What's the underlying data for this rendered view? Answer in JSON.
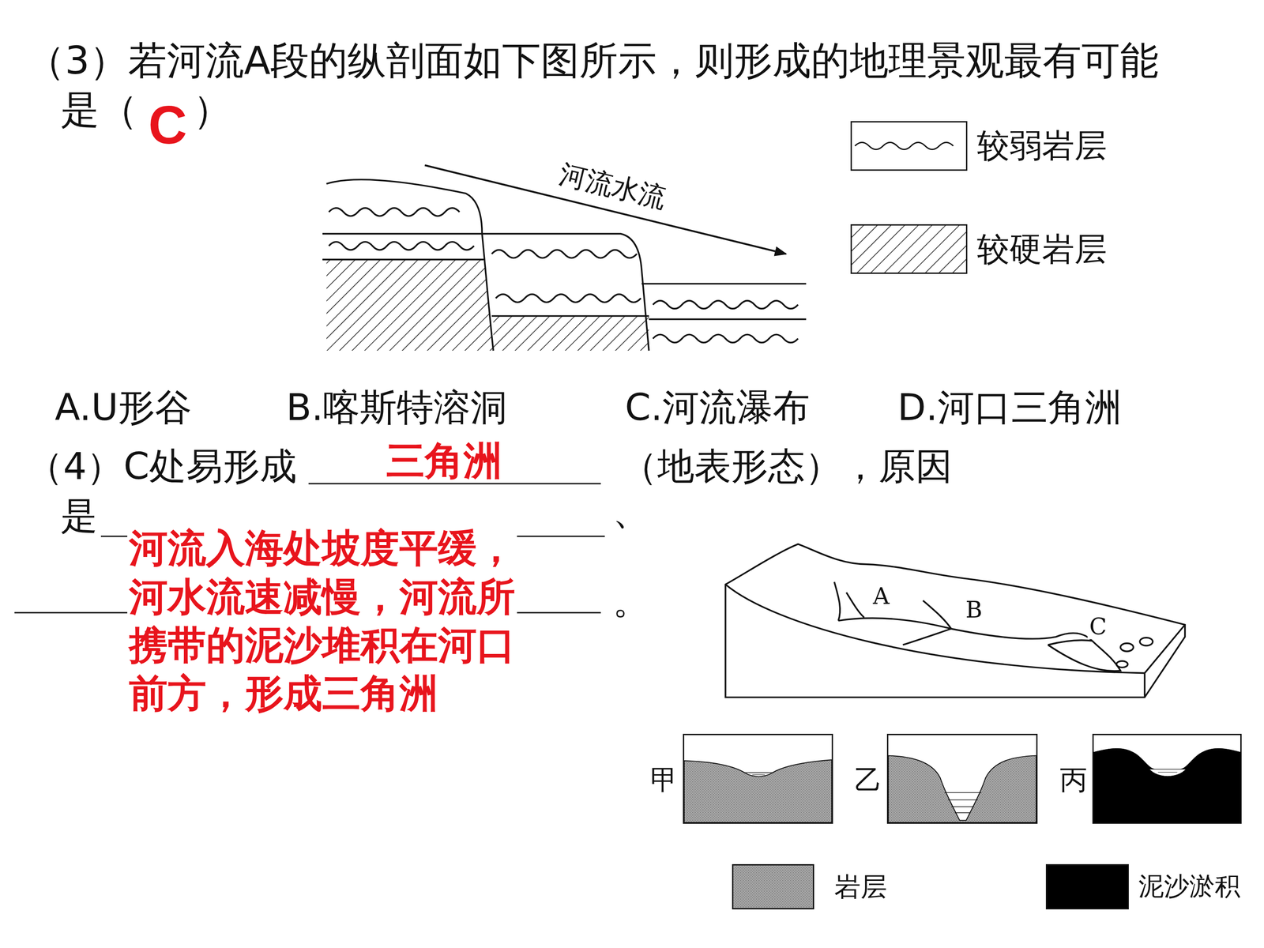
{
  "diagram": {
    "nodes": [
      {
        "text": [
          "甲"
        ]
      },
      {
        "text": [
          "乙"
        ]
      },
      {
        "text": [
          "丙"
        ]
      }
    ],
    "labels": [
      "（3）若河流A段的纵剖面如下图所示，则形成的地理景观最有可能",
      "是（",
      "C",
      "）",
      "河流水流",
      "A.U形谷",
      "B.喀斯特溶洞",
      "C.河流瀑布",
      "D.河口三角洲",
      "（4）C处易形成",
      "三角洲",
      "（地表形态），原因",
      "是",
      "、",
      "。",
      "河流入海处坡度平缓，",
      "河水流速减慢，河流所",
      "携带的泥沙堆积在河口",
      "前方，形成三角洲",
      "A",
      "B",
      "C"
    ],
    "legend": [
      {
        "text": "较弱岩层"
      },
      {
        "text": "较硬岩层"
      },
      {
        "text": "岩层",
        "color": "#9a9a9a"
      },
      {
        "text": "泥沙淤积",
        "color": "#000000"
      }
    ]
  }
}
